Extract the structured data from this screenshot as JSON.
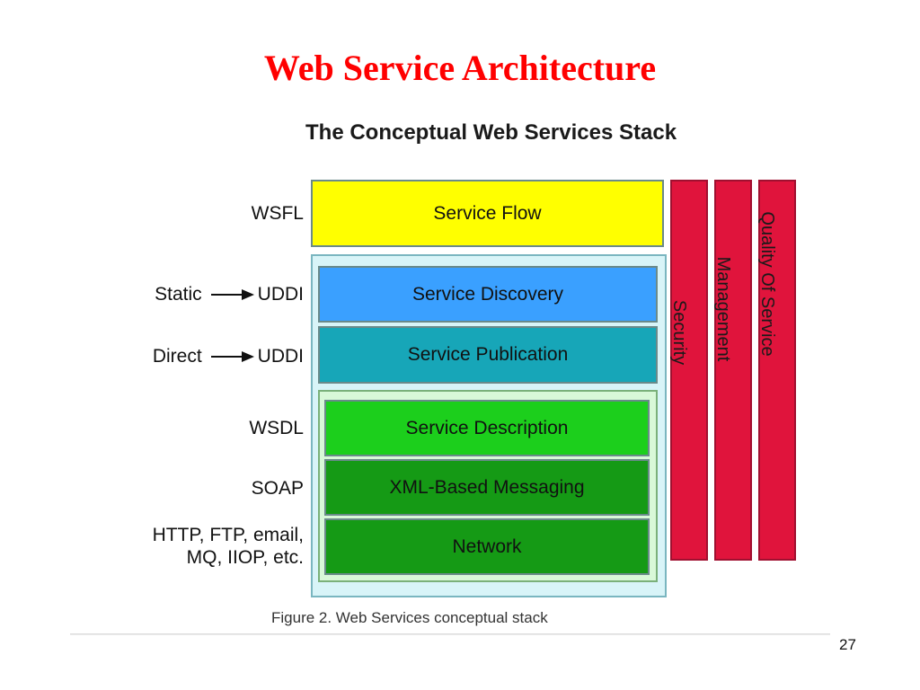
{
  "slide": {
    "title": "Web Service Architecture",
    "page_number": "27"
  },
  "diagram": {
    "title": "The Conceptual Web Services Stack",
    "caption": "Figure 2. Web Services conceptual stack",
    "layers": {
      "service_flow": "Service Flow",
      "service_discovery": "Service Discovery",
      "service_publication": "Service Publication",
      "service_description": "Service Description",
      "xml_messaging": "XML-Based Messaging",
      "network": "Network"
    },
    "side_labels": {
      "wsfl": "WSFL",
      "static": "Static",
      "udDI_static": "UDDI",
      "direct": "Direct",
      "udDI_direct": "UDDI",
      "wsdl": "WSDL",
      "soap": "SOAP",
      "transport_line1": "HTTP, FTP, email,",
      "transport_line2": "MQ, IIOP, etc."
    },
    "pillars": {
      "security": "Security",
      "management": "Management",
      "qos": "Quality Of Service"
    },
    "colors": {
      "title_red": "#ff0000",
      "service_flow": "#ffff00",
      "discovery": "#3aa0ff",
      "publication": "#17a6b8",
      "description": "#1ccf1c",
      "messaging": "#159a15",
      "network": "#159a15",
      "pillar": "#e0143c",
      "outer_frame": "#d8f4f8",
      "inner_frame": "#d8f8d8"
    }
  }
}
